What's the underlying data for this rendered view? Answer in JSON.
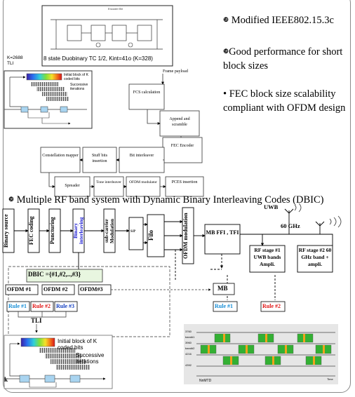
{
  "top_diagram": {
    "trellis_caption": "8 state Duobinary TC 1/2, Kint=41o (K=328)",
    "k_label": "K=2688",
    "tli_label": "TLI",
    "initial_block_label": "Initial block of K coded bits",
    "successive_label": "Successive iterations",
    "trellis_top_label": "Encoder Bit",
    "blocks": {
      "frame_payload": "Frame payload",
      "fcs": "FCS calculation",
      "append": "Append and scramble",
      "fec": "FEC Encoder",
      "constellation": "Constellation mapper",
      "stuff": "Stuff bits insertion",
      "bit_interleaver": "Bit interleaver",
      "spreader": "Spreader",
      "tone_interleaver": "Tone interleaver",
      "ofdm_modulator": "OFDM modulator",
      "pces": "PCES insertion"
    }
  },
  "bullets": [
    {
      "icon": "❿",
      "text": "Modified IEEE802.15.3c"
    },
    {
      "icon": "❿",
      "text": "Good performance for short block sizes"
    },
    {
      "icon": "•",
      "text": "FEC block size scalability compliant with OFDM design"
    },
    {
      "icon": "❿",
      "text": "Multiple RF band system with Dynamic Binary  Interleaving Codes (DBIC)"
    }
  ],
  "bottom_diagram": {
    "chain": [
      "Binary source",
      "FEC coding",
      "Puncturing",
      "Binary interleaving",
      "sub-carrier Modulation"
    ],
    "sp": "S/P",
    "filo": "Filo",
    "ofdm_modulation": "OFDM modulation",
    "mb_ffi": "MB FFI , TFI",
    "uwb": "UWB",
    "ghz60": "60 GHz",
    "rf1": "RF stage #1 UWB bands Ampli.",
    "rf2": "RF stage #2 60 GHz band + ampli.",
    "dbic": "DBIC ={#1,#2,..,#3}",
    "ofdm1": "OFDM  #1",
    "ofdm2": "OFDM #2",
    "ofdm3": "OFDM#3",
    "rule1": "Rule #1",
    "rule2": "Rule #2",
    "rule3": "Rule #3",
    "tli": "TLI",
    "mb": "MB",
    "rule1b": "Rule  #1",
    "rule2b": "Rule #2",
    "initial_block": "Initial block of K coded bits",
    "successive": "Successive iterations",
    "k": "k",
    "band_labels": [
      "3760",
      "3960",
      "4216",
      "4392"
    ],
    "band_names": [
      "band#1",
      "band#2"
    ],
    "time_label": "Time",
    "mtd": "NnMTD"
  },
  "colors": {
    "rule1": "#1a8fd6",
    "rule2": "#e01515",
    "rule3": "#1540c0",
    "interleave_text": "#1a1ad0",
    "green": "#33b033"
  }
}
